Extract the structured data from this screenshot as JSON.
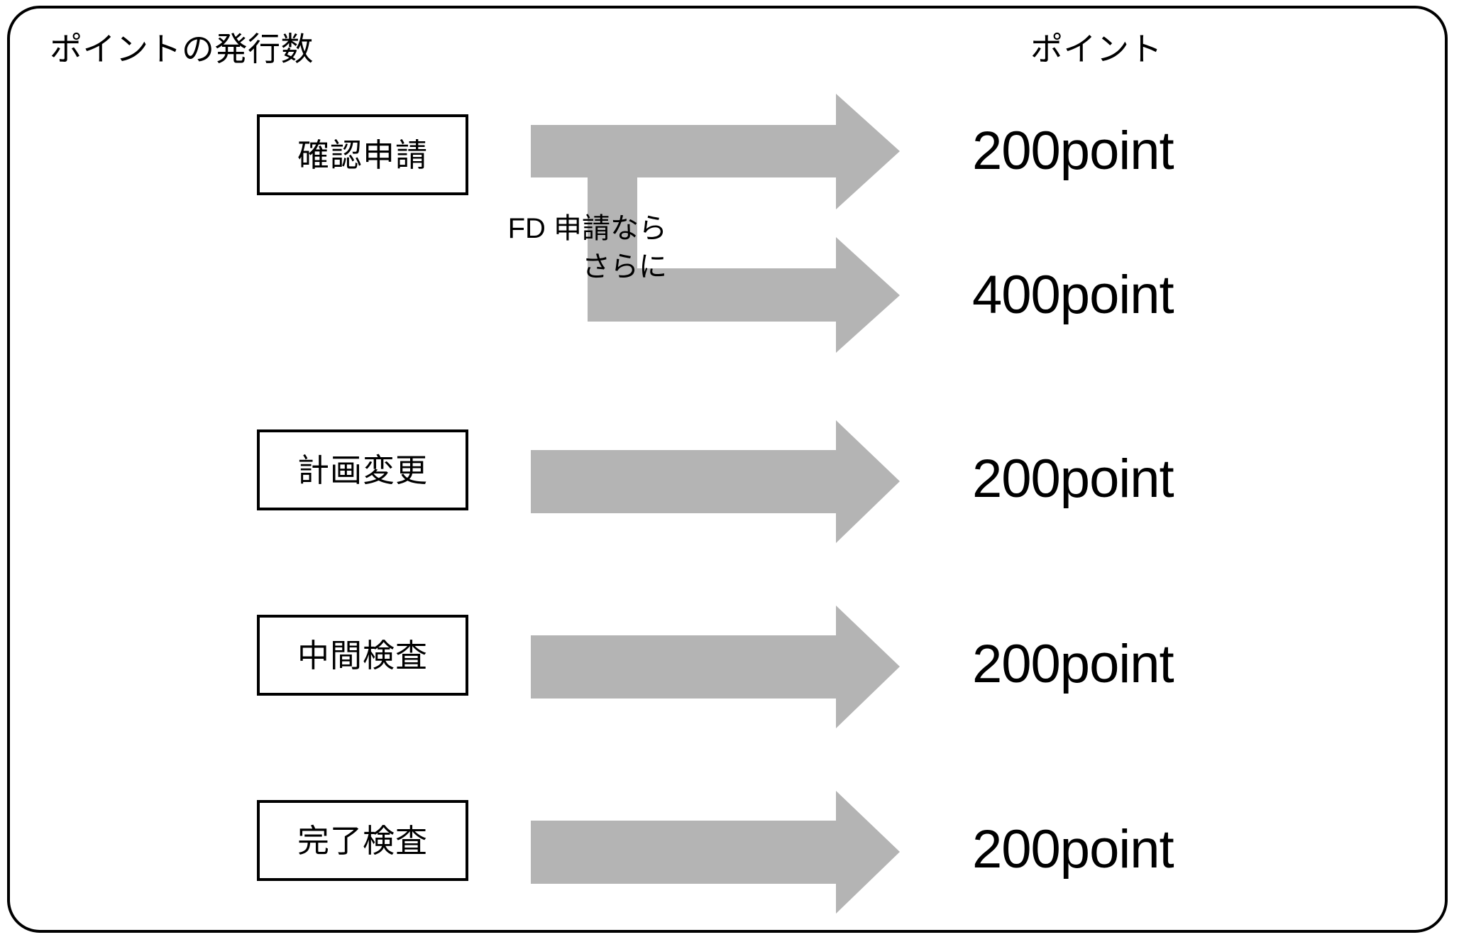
{
  "headers": {
    "left": "ポイントの発行数",
    "right": "ポイント"
  },
  "annotation": {
    "text": "FD 申請なら\nさらに"
  },
  "colors": {
    "arrow_fill": "#b4b4b4",
    "border": "#000000",
    "background": "#ffffff"
  },
  "rows": [
    {
      "stage": "確認申請",
      "value": "200point",
      "arrow": "branching-arrow-top"
    },
    {
      "stage": "",
      "value": "400point",
      "arrow": "branching-arrow-bottom"
    },
    {
      "stage": "計画変更",
      "value": "200point",
      "arrow": "arrow-right"
    },
    {
      "stage": "中間検査",
      "value": "200point",
      "arrow": "arrow-right"
    },
    {
      "stage": "完了検査",
      "value": "200point",
      "arrow": "arrow-right"
    }
  ]
}
